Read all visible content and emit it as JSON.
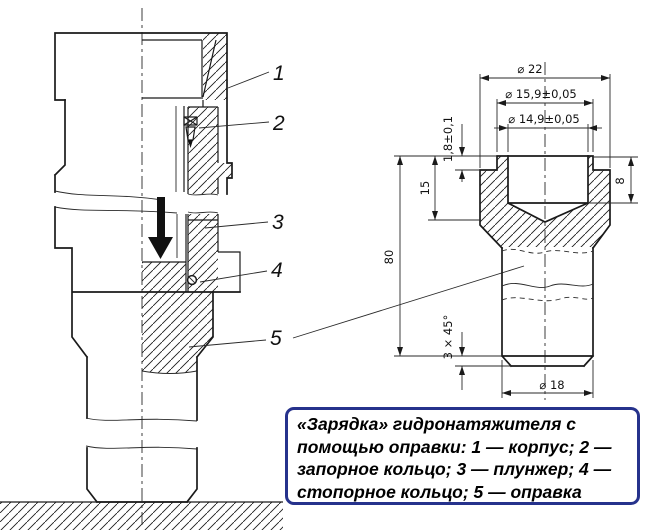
{
  "drawing": {
    "caption": {
      "text": "«Зарядка» гидронатяжителя с помощью оправки: 1 — корпус; 2 — запорное кольцо; 3 — плунжер; 4 — стопорное кольцо; 5 — оправка",
      "border_color": "#26328c"
    },
    "left_figure": {
      "part_labels": [
        "1",
        "2",
        "3",
        "4",
        "5"
      ]
    },
    "right_figure": {
      "dims": {
        "outer_diameter": "⌀ 22",
        "collar_diameter": "⌀ 15,9±0,05",
        "bore_diameter": "⌀ 14,9±0,05",
        "collar_height": "1,8±0,1",
        "head_height": "15",
        "length": "80",
        "bore_depth": "8",
        "chamfer": "3 × 45°",
        "shank_diameter": "⌀ 18"
      }
    },
    "line_color": "#1a1a1a"
  }
}
